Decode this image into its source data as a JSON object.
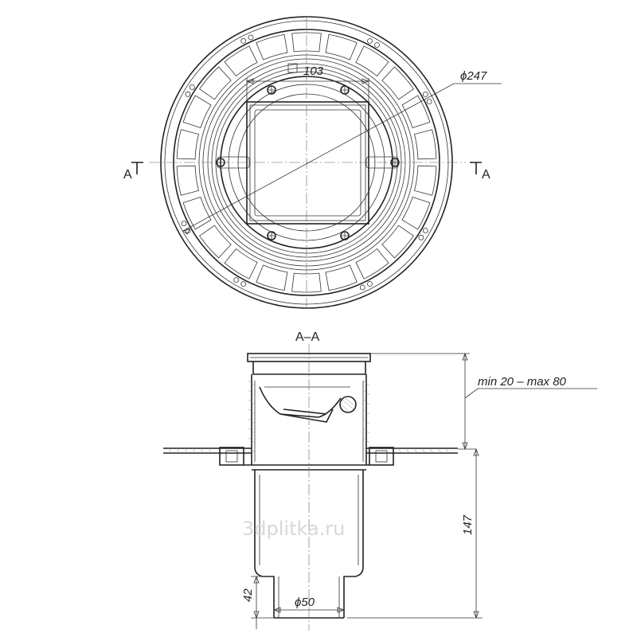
{
  "drawing": {
    "section_label_left": "A",
    "section_label_right": "A",
    "section_title": "A–A",
    "dim_square": "103",
    "dim_diameter_top": "ϕ247",
    "dim_height_adjust": "min 20 – max 80",
    "dim_height_total": "147",
    "dim_outlet_height": "42",
    "dim_outlet_diameter": "ϕ50",
    "watermark": "3dplitka.ru"
  }
}
